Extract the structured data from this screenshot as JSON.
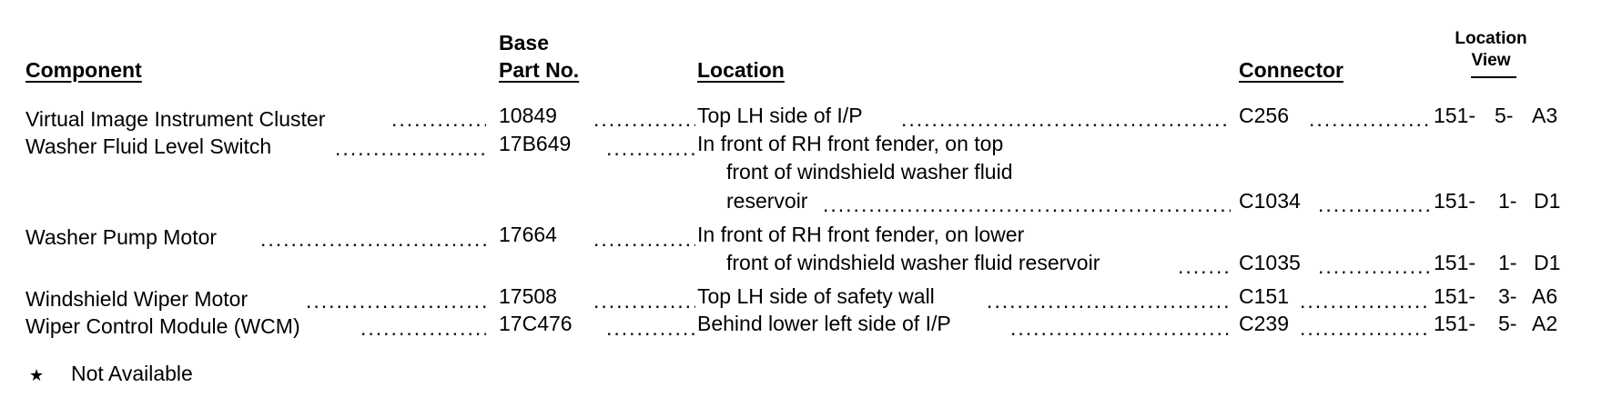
{
  "headers": {
    "component": "Component",
    "base_line1": "Base",
    "base_line2": "Part No.",
    "location": "Location",
    "connector": "Connector",
    "location_view_line1": "Location",
    "location_view_line2": "View"
  },
  "rows": [
    {
      "component": "Virtual Image Instrument Cluster",
      "part": "10849",
      "location": [
        "Top LH side of I/P"
      ],
      "connector": "C256",
      "view_a": "151-",
      "view_b": "5-",
      "view_c": "A3"
    },
    {
      "component": "Washer Fluid Level Switch",
      "part": "17B649",
      "location": [
        "In front of RH front fender, on top",
        "front of windshield washer fluid",
        "reservoir"
      ],
      "connector": "C1034",
      "view_a": "151-",
      "view_b": "1-",
      "view_c": "D1"
    },
    {
      "component": "Washer Pump Motor",
      "part": "17664",
      "location": [
        "In front of RH front fender, on lower",
        "front of windshield washer fluid reservoir"
      ],
      "connector": "C1035",
      "view_a": "151-",
      "view_b": "1-",
      "view_c": "D1"
    },
    {
      "component": "Windshield Wiper Motor",
      "part": "17508",
      "location": [
        "Top LH side of safety wall"
      ],
      "connector": "C151",
      "view_a": "151-",
      "view_b": "3-",
      "view_c": "A6"
    },
    {
      "component": "Wiper Control Module (WCM)",
      "part": "17C476",
      "location": [
        "Behind lower left side of I/P"
      ],
      "connector": "C239",
      "view_a": "151-",
      "view_b": "5-",
      "view_c": "A2"
    }
  ],
  "footnote": {
    "symbol": "★",
    "text": "Not Available"
  }
}
